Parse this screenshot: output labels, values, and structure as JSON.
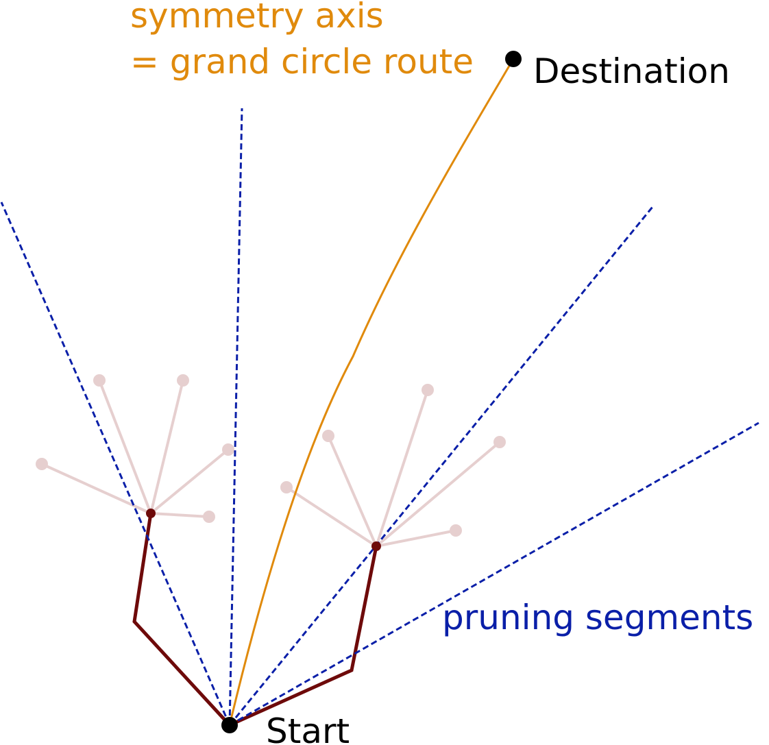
{
  "labels": {
    "axis_line1": "symmetry axis",
    "axis_line2": "= grand circle route",
    "destination": "Destination",
    "start": "Start",
    "pruning": "pruning segments"
  },
  "colors": {
    "axis_label": "#e08a0c",
    "route": "#e08a0c",
    "pruning": "#0a1fa8",
    "path": "#6e0a0a",
    "branch": "#e6cfcf",
    "point": "#000000",
    "text": "#000000"
  }
}
